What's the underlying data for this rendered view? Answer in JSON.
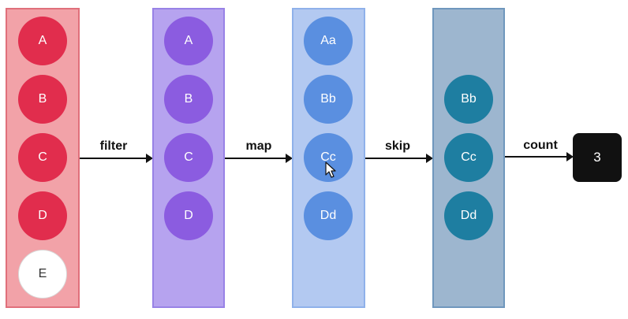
{
  "columns": {
    "source": {
      "items": [
        "A",
        "B",
        "C",
        "D",
        "E"
      ]
    },
    "filtered": {
      "items": [
        "A",
        "B",
        "C",
        "D"
      ]
    },
    "mapped": {
      "items": [
        "Aa",
        "Bb",
        "Cc",
        "Dd"
      ]
    },
    "skipped": {
      "items": [
        "Bb",
        "Cc",
        "Dd"
      ]
    }
  },
  "operations": {
    "filter": "filter",
    "map": "map",
    "skip": "skip",
    "count": "count"
  },
  "result": {
    "value": "3"
  },
  "colors": {
    "source": "#e12d4d",
    "filtered": "#8b5ce0",
    "mapped": "#5a8fe0",
    "skipped": "#1e7ea1",
    "result": "#111111"
  },
  "icons": {
    "cursor": "mouse-pointer-icon"
  }
}
